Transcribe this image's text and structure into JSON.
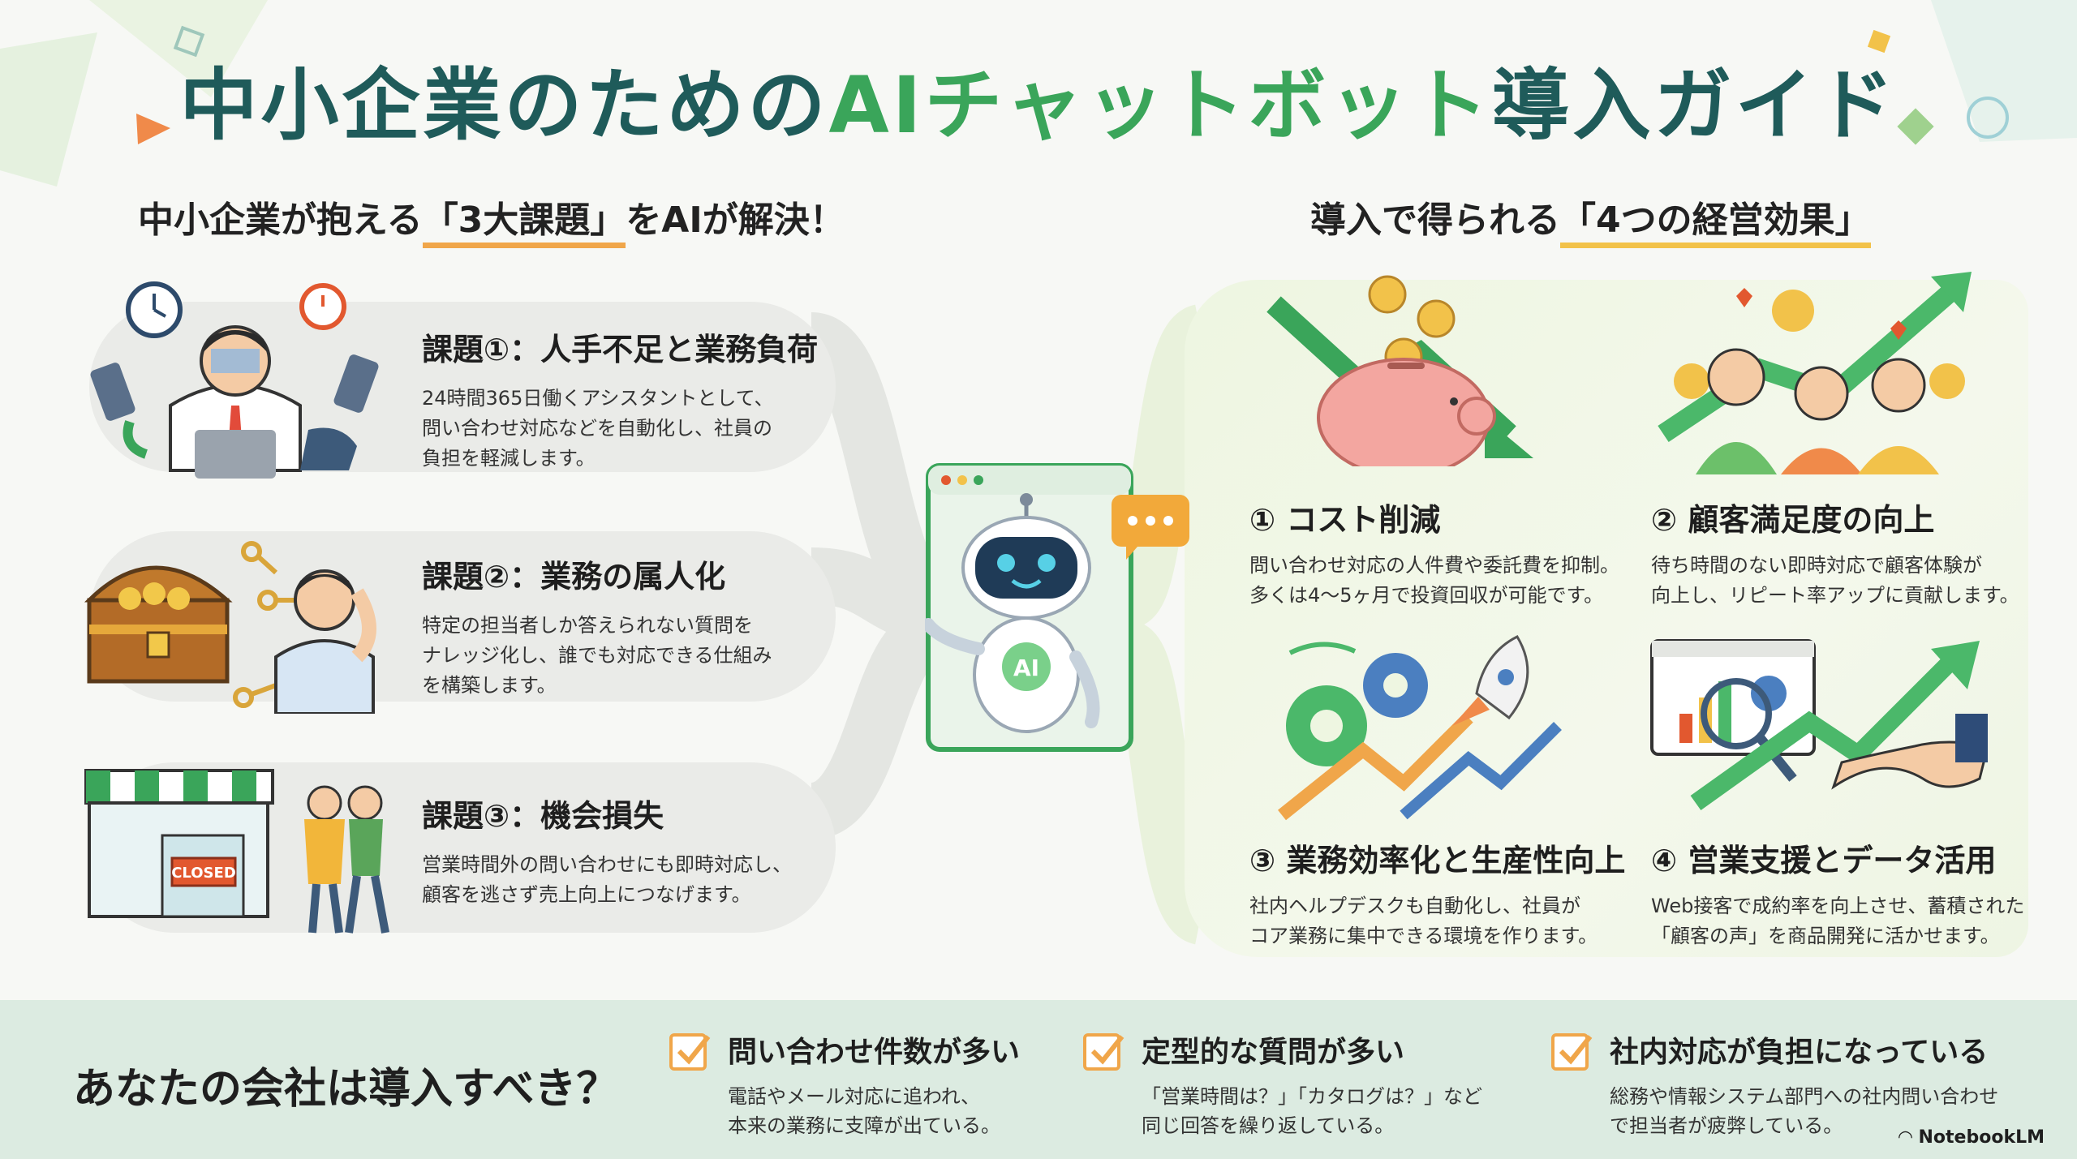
{
  "title": {
    "main": "中小企業のための",
    "accent": "AIチャットボット",
    "tail": "導入ガイド"
  },
  "left": {
    "heading_pre": "中小企業が抱える",
    "heading_hl": "「3大課題」",
    "heading_post": "をAIが解決！",
    "issues": [
      {
        "title": "課題①：人手不足と業務負荷",
        "body": "24時間365日働くアシスタントとして、\n問い合わせ対応などを自動化し、社員の\n負担を軽減します。"
      },
      {
        "title": "課題②：業務の属人化",
        "body": "特定の担当者しか答えられない質問を\nナレッジ化し、誰でも対応できる仕組み\nを構築します。"
      },
      {
        "title": "課題③：機会損失",
        "body": "営業時間外の問い合わせにも即時対応し、\n顧客を逃さず売上向上につなげます。"
      }
    ],
    "closed_sign": "CLOSED"
  },
  "center": {
    "robot_badge": "AI"
  },
  "right": {
    "heading_pre": "導入で得られる",
    "heading_hl": "「4つの経営効果」",
    "effects": [
      {
        "title": "① コスト削減",
        "body": "問い合わせ対応の人件費や委託費を抑制。\n多くは4〜5ヶ月で投資回収が可能です。"
      },
      {
        "title": "② 顧客満足度の向上",
        "body": "待ち時間のない即時対応で顧客体験が\n向上し、リピート率アップに貢献します。"
      },
      {
        "title": "③ 業務効率化と生産性向上",
        "body": "社内ヘルプデスクも自動化し、社員が\nコア業務に集中できる環境を作ります。"
      },
      {
        "title": "④ 営業支援とデータ活用",
        "body": "Web接客で成約率を向上させ、蓄積された\n「顧客の声」を商品開発に活かせます。"
      }
    ]
  },
  "bottom": {
    "question": "あなたの会社は導入すべき？",
    "checks": [
      {
        "title": "問い合わせ件数が多い",
        "body": "電話やメール対応に追われ、\n本来の業務に支障が出ている。"
      },
      {
        "title": "定型的な質問が多い",
        "body": "「営業時間は？」「カタログは？」など\n同じ回答を繰り返している。"
      },
      {
        "title": "社内対応が負担になっている",
        "body": "総務や情報システム部門への社内問い合わせ\nで担当者が疲弊している。"
      }
    ],
    "brand": "NotebookLM"
  },
  "colors": {
    "title": "#1f5b5a",
    "accent": "#3aa55a",
    "orange": "#f0a64a",
    "green_panel": "#eef6e1",
    "bottom_band": "#dcebe1"
  }
}
